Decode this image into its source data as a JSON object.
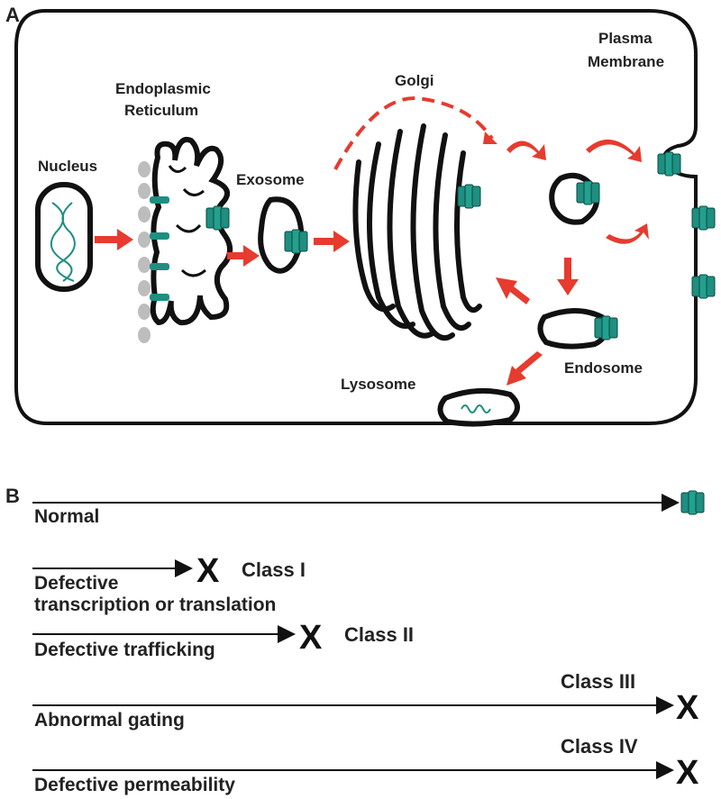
{
  "panel_a": {
    "label": "A",
    "nucleus": "Nucleus",
    "er_line1": "Endoplasmic",
    "er_line2": "Reticulum",
    "exosome": "Exosome",
    "golgi": "Golgi",
    "membrane_line1": "Plasma",
    "membrane_line2": "Membrane",
    "lysosome": "Lysosome",
    "endosome": "Endosome"
  },
  "panel_b": {
    "label": "B",
    "rows": [
      {
        "text_line1": "Normal",
        "text_line2": "",
        "class_label": "",
        "marker": ""
      },
      {
        "text_line1": "Defective",
        "text_line2": "transcription or translation",
        "class_label": "Class I",
        "marker": "X"
      },
      {
        "text_line1": "Defective trafficking",
        "text_line2": "",
        "class_label": "Class II",
        "marker": "X"
      },
      {
        "text_line1": "Abnormal gating",
        "text_line2": "",
        "class_label": "Class III",
        "marker": "X"
      },
      {
        "text_line1": "Defective permeability",
        "text_line2": "",
        "class_label": "Class IV",
        "marker": "X"
      }
    ]
  },
  "colors": {
    "arrow_red": "#e63b2e",
    "channel_teal": "#1e8f80",
    "outline": "#111111",
    "ribosome_gray": "#bdbdbd"
  }
}
